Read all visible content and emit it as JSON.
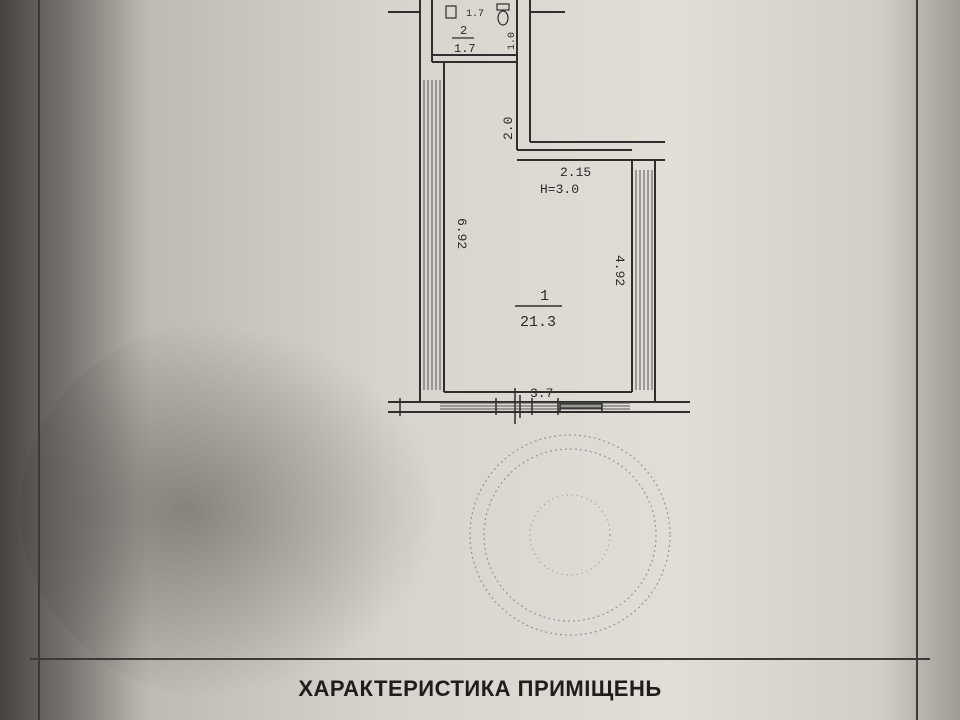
{
  "plan": {
    "room_1": {
      "number": "1",
      "area": "21.3"
    },
    "room_2": {
      "number": "2",
      "area": "1.7"
    },
    "dimensions": {
      "left_wall": "6.92",
      "right_wall": "4.92",
      "upper_left": "2.0",
      "step_width": "2.15",
      "height": "H=3.0",
      "bottom_width": "3.7",
      "wc_top": "1.7",
      "wc_side": "1.0"
    }
  },
  "section": {
    "title": "ХАРАКТЕРИСТИКА ПРИМІЩЕНЬ"
  }
}
